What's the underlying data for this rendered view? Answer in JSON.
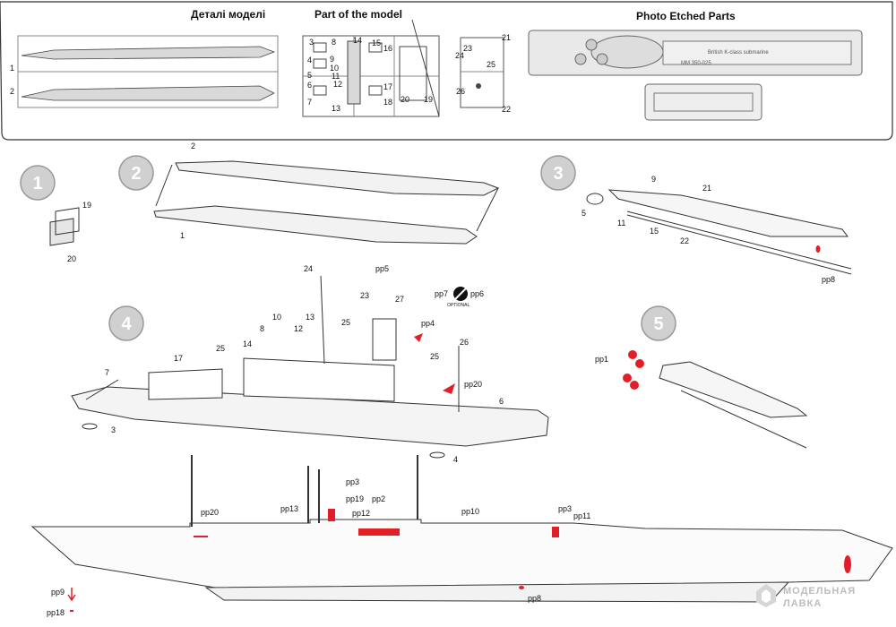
{
  "header": {
    "parts_ua": "Деталі моделі",
    "parts_en": "Part of the model",
    "photo_etched": "Photo Etched Parts"
  },
  "sprue": {
    "hull_labels": [
      "1",
      "2"
    ],
    "small_parts_numbers": [
      "3",
      "8",
      "14",
      "15",
      "4",
      "9",
      "5",
      "10",
      "11",
      "12",
      "6",
      "7",
      "16",
      "17",
      "13",
      "18",
      "19",
      "20",
      "21",
      "23",
      "24",
      "25",
      "26",
      "22"
    ],
    "pe_text": [
      "British K-class submarine",
      "MM 350-025"
    ]
  },
  "steps": [
    "1",
    "2",
    "3",
    "4",
    "5"
  ],
  "step1": {
    "labels": [
      "19",
      "20"
    ]
  },
  "step2": {
    "labels": [
      "2",
      "1"
    ]
  },
  "step3": {
    "labels": [
      "9",
      "21",
      "5",
      "11",
      "15",
      "22",
      "pp8"
    ]
  },
  "step4": {
    "labels": [
      "24",
      "pp5",
      "23",
      "27",
      "pp7",
      "pp6",
      "10",
      "13",
      "8",
      "12",
      "25",
      "14",
      "pp4",
      "17",
      "25",
      "7",
      "26",
      "25",
      "pp20",
      "6",
      "3",
      "4"
    ],
    "optional": "OPTIONAL"
  },
  "step5": {
    "labels": [
      "pp1"
    ]
  },
  "final": {
    "labels": [
      "pp3",
      "pp19",
      "pp2",
      "pp13",
      "pp12",
      "pp10",
      "pp3",
      "pp11",
      "pp20",
      "pp9",
      "pp18",
      "pp8"
    ]
  },
  "watermark": {
    "line1": "МОДЕЛЬНАЯ",
    "line2": "ЛАВКА"
  },
  "colors": {
    "accent_red": "#e21f26",
    "line": "#222222",
    "fill_grey": "#d9d9d9"
  }
}
